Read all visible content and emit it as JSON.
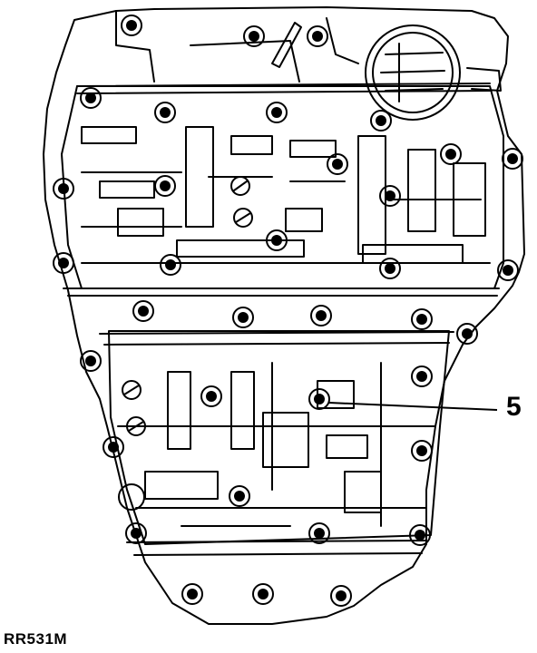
{
  "diagram": {
    "callouts": [
      {
        "label": "5",
        "target": "valve-body-bolt"
      }
    ],
    "figure_code": "RR531M"
  },
  "colors": {
    "ink": "#000000",
    "paper": "#ffffff"
  }
}
